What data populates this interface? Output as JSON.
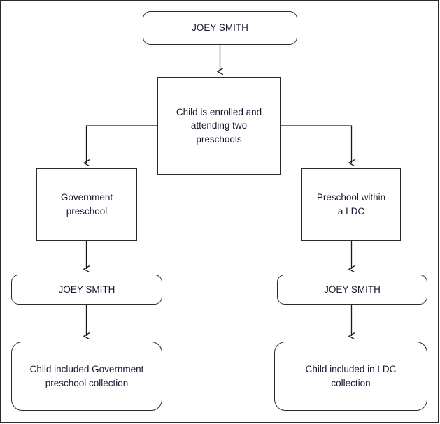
{
  "diagram": {
    "title": "Child enrolled in two preschools flowchart",
    "type": "flowchart",
    "colors": {
      "background": "#ffffff",
      "border": "#2a2a2a",
      "frame": "#2b2b2b",
      "text": "#161832",
      "connector": "#1a1a1a"
    },
    "nodes": [
      {
        "id": "root",
        "label": "JOEY SMITH",
        "shape": "rounded-rectangle"
      },
      {
        "id": "decision",
        "label": "Child is enrolled and\nattending two\npreschools",
        "shape": "rectangle"
      },
      {
        "id": "gov-preschool",
        "label": "Government\npreschool",
        "shape": "rectangle"
      },
      {
        "id": "ldc-preschool",
        "label": "Preschool within\na LDC",
        "shape": "rectangle"
      },
      {
        "id": "child-left",
        "label": "JOEY SMITH",
        "shape": "rounded-rectangle"
      },
      {
        "id": "child-right",
        "label": "JOEY SMITH",
        "shape": "rounded-rectangle"
      },
      {
        "id": "outcome-left",
        "label": "Child included Government\npreschool collection",
        "shape": "rounded-rectangle"
      },
      {
        "id": "outcome-right",
        "label": "Child included in LDC\ncollection",
        "shape": "rounded-rectangle"
      }
    ],
    "edges": [
      {
        "from": "root",
        "to": "decision",
        "style": "straight-arrow-down"
      },
      {
        "from": "decision",
        "to": "gov-preschool",
        "style": "elbow-left-arrow-down"
      },
      {
        "from": "decision",
        "to": "ldc-preschool",
        "style": "elbow-right-arrow-down"
      },
      {
        "from": "gov-preschool",
        "to": "child-left",
        "style": "straight-arrow-down"
      },
      {
        "from": "ldc-preschool",
        "to": "child-right",
        "style": "straight-arrow-down"
      },
      {
        "from": "child-left",
        "to": "outcome-left",
        "style": "straight-arrow-down"
      },
      {
        "from": "child-right",
        "to": "outcome-right",
        "style": "straight-arrow-down"
      }
    ]
  }
}
